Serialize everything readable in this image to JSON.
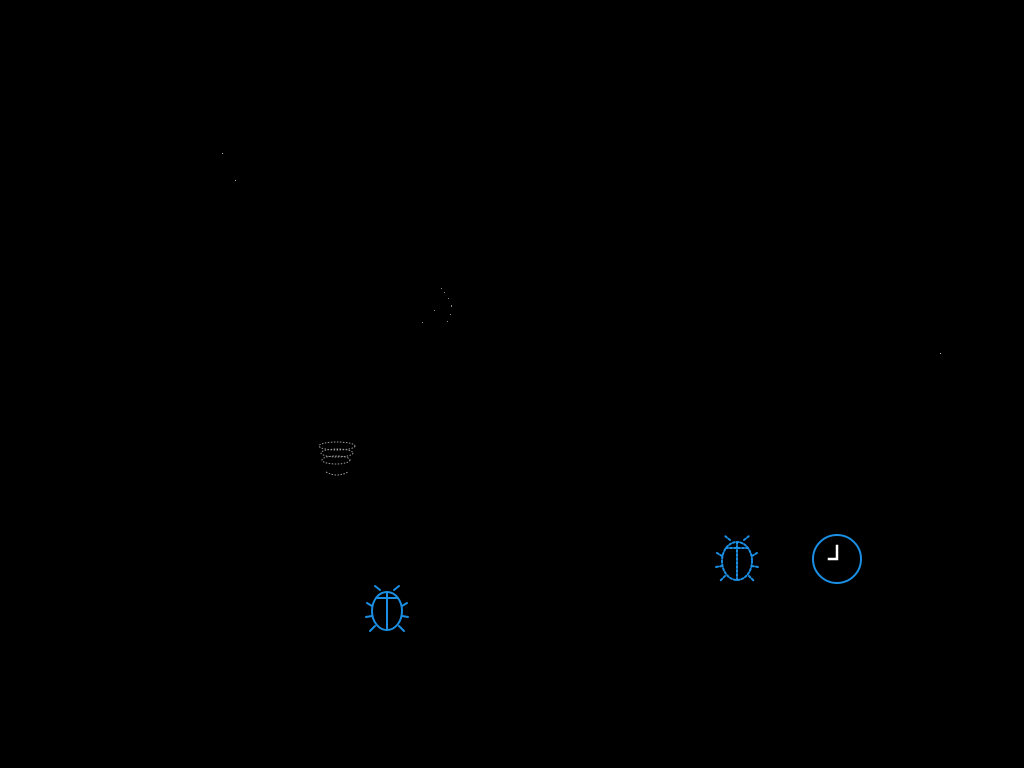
{
  "scene": {
    "background_color": "#000000",
    "accent_color": "#1a8fe3",
    "faint_color": "#bdbdbd",
    "entities": [
      {
        "kind": "beetle-solid",
        "icon": "beetle-icon"
      },
      {
        "kind": "beetle-dotted",
        "icon": "beetle-icon"
      },
      {
        "kind": "timer",
        "icon": "clock-icon"
      },
      {
        "kind": "swirl",
        "icon": "swirl-icon"
      },
      {
        "kind": "flicker",
        "icon": "sparkle-icon"
      }
    ]
  }
}
